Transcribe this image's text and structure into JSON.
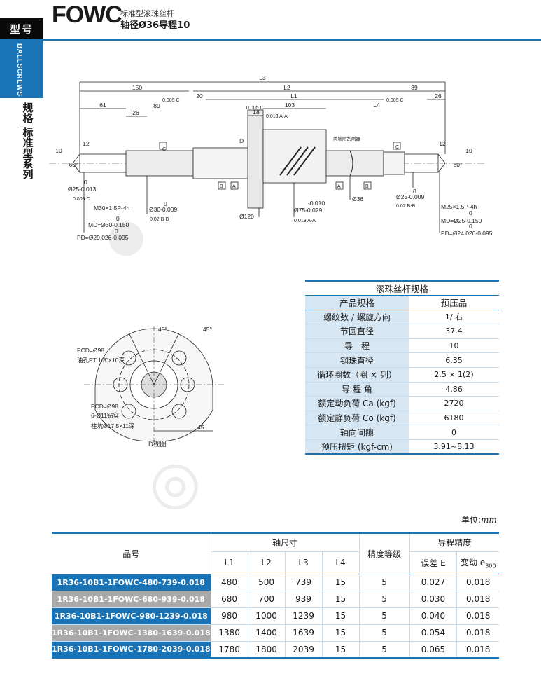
{
  "side": {
    "tab_label": "型号",
    "vertical_en": "BALLSCREWS",
    "vertical_cn_1": "规格",
    "vertical_cn_2": "标准型系列"
  },
  "header": {
    "model": "FOWC",
    "subtitle1": "标准型滚珠丝杆",
    "subtitle2": "轴径Ø36导程10"
  },
  "drawing": {
    "L3": "L3",
    "d150": "150",
    "L2": "L2",
    "d89_right": "89",
    "d20": "20",
    "L1": "L1",
    "d61": "61",
    "d89_left": "89",
    "d103": "103",
    "L4": "L4",
    "d26_right": "26",
    "d26_left": "26",
    "d18": "18",
    "d12_left": "12",
    "d12_right": "12",
    "d10_left": "10",
    "d10_right": "10",
    "deg60_left": "60°",
    "deg60_right": "60°",
    "tol_0005_left": "0.005 C",
    "tol_0005_right": "0.005 C",
    "tol_0013": "0.013 A-A",
    "tol_0005_mid": "0.005 C",
    "phi25_left": "Ø25-0.013",
    "phi25_left_zero": "0",
    "tol_0009_left": "0.009 C",
    "M30": "M30×1.5P-4h",
    "phi30_zero": "0",
    "phi30": "Ø30-0.009",
    "tol_002_left": "0.02 B-B",
    "MD30_zero": "0",
    "MD30": "MD=Ø30-0.150",
    "PD29_zero": "0",
    "PD29": "PD=Ø29.026-0.095",
    "phi120": "Ø120",
    "phi75_top": "-0.010",
    "phi75": "Ø75-0.029",
    "tol_0019": "0.019 A-A",
    "wiper_note": "両端附刮刷器",
    "phi36": "Ø36",
    "phi25_right_zero": "0",
    "phi25_right": "Ø25-0.009",
    "tol_002_right": "0.02 B-B",
    "M25": "M25×1.5P-4h",
    "MD25_zero": "0",
    "MD25": "MD=Ø25-0.150",
    "PD24_zero": "0",
    "PD24": "PD=Ø24.026-0.095",
    "datum_A": "A",
    "datum_B": "B",
    "datum_C": "C",
    "datum_D": "D"
  },
  "flange_view": {
    "deg45_left": "45°",
    "deg45_right": "45°",
    "pcd_top": "PCD=Ø98",
    "oil_hole": "油孔PT 1/8\"×10深",
    "pcd_bottom": "PCD=Ø98",
    "holes": "6-Ø11钻穿",
    "counterbore": "柱坑Ø17.5×11深",
    "d45": "45",
    "view_label": "D视图"
  },
  "spec_table": {
    "caption": "滚珠丝杆规格",
    "header_key": "产品规格",
    "header_val": "预压品",
    "rows": [
      {
        "k": "螺纹数 / 螺旋方向",
        "v": "1/ 右"
      },
      {
        "k": "节圆直径",
        "v": "37.4"
      },
      {
        "k": "导　程",
        "v": "10"
      },
      {
        "k": "钢珠直径",
        "v": "6.35"
      },
      {
        "k": "循环圈数（圈 × 列）",
        "v": "2.5 × 1(2)"
      },
      {
        "k": "导 程 角",
        "v": "4.86"
      },
      {
        "k": "额定动负荷 Ca (kgf)",
        "v": "2720"
      },
      {
        "k": "额定静负荷 Co (kgf)",
        "v": "6180"
      },
      {
        "k": "轴向间隙",
        "v": "0"
      },
      {
        "k": "预压扭矩 (kgf-cm)",
        "v": "3.91~8.13"
      }
    ]
  },
  "unit_label": "单位:",
  "unit_value": "mm",
  "main_table": {
    "h_part": "品号",
    "h_axis": "轴尺寸",
    "h_grade": "精度等级",
    "h_lead": "导程精度",
    "h_L1": "L1",
    "h_L2": "L2",
    "h_L3": "L3",
    "h_L4": "L4",
    "h_err": "误差 E",
    "h_var": "变动 e",
    "h_var_sub": "300",
    "rows": [
      {
        "pn": "1R36-10B1-1FOWC-480-739-0.018",
        "L1": "480",
        "L2": "500",
        "L3": "739",
        "L4": "15",
        "grade": "5",
        "E": "0.027",
        "e": "0.018",
        "shade": "blue"
      },
      {
        "pn": "1R36-10B1-1FOWC-680-939-0.018",
        "L1": "680",
        "L2": "700",
        "L3": "939",
        "L4": "15",
        "grade": "5",
        "E": "0.030",
        "e": "0.018",
        "shade": "gray"
      },
      {
        "pn": "1R36-10B1-1FOWC-980-1239-0.018",
        "L1": "980",
        "L2": "1000",
        "L3": "1239",
        "L4": "15",
        "grade": "5",
        "E": "0.040",
        "e": "0.018",
        "shade": "blue"
      },
      {
        "pn": "1R36-10B1-1FOWC-1380-1639-0.018",
        "L1": "1380",
        "L2": "1400",
        "L3": "1639",
        "L4": "15",
        "grade": "5",
        "E": "0.054",
        "e": "0.018",
        "shade": "gray"
      },
      {
        "pn": "1R36-10B1-1FOWC-1780-2039-0.018",
        "L1": "1780",
        "L2": "1800",
        "L3": "2039",
        "L4": "15",
        "grade": "5",
        "E": "0.065",
        "e": "0.018",
        "shade": "blue"
      }
    ]
  },
  "colors": {
    "brand_blue": "#1a73b5",
    "row_gray": "#a9a9a9",
    "key_cell": "#d6e6f2"
  }
}
